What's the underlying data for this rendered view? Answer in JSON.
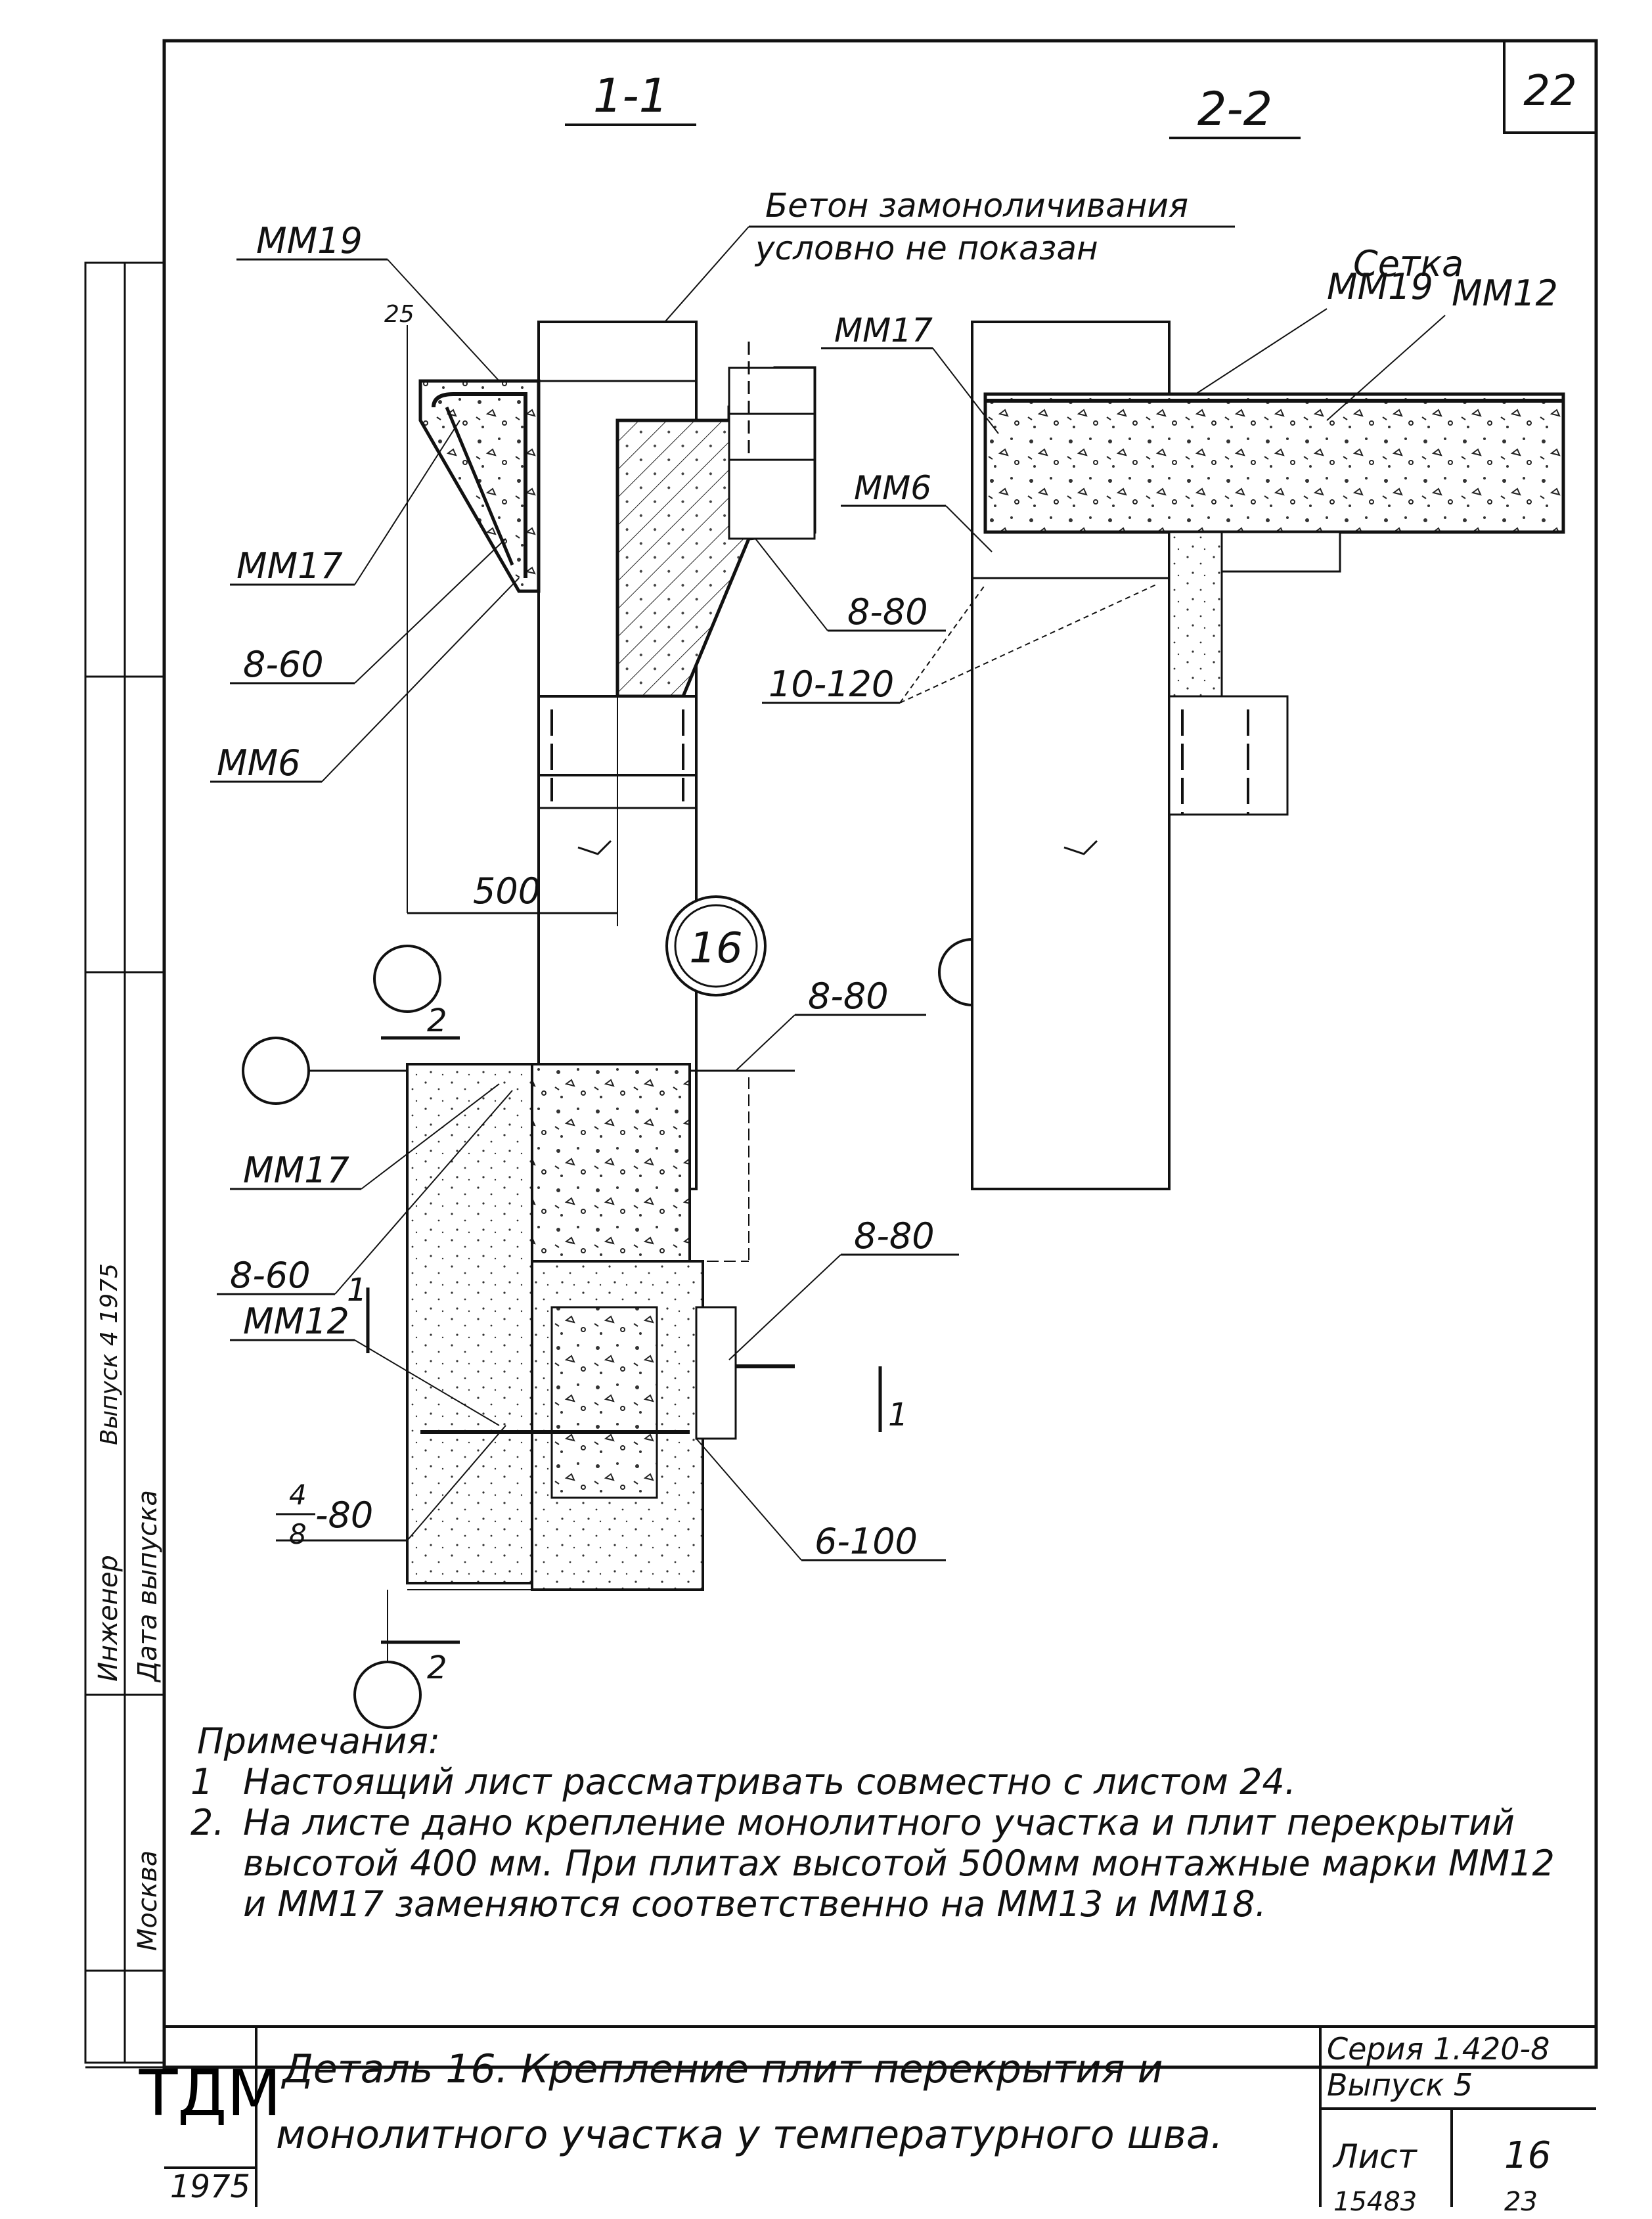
{
  "sheet_number": "22",
  "section_1": "1-1",
  "section_2": "2-2",
  "detail_mark": "16",
  "concrete_note_line1": "Бетон замоноличивания",
  "concrete_note_line2": "условно не показан",
  "mesh_label": "Сетка",
  "labels": {
    "mm19_a": "MM19",
    "mm19_b": "MM19",
    "mm17_a": "MM17",
    "mm17_b": "MM17",
    "mm17_c": "MM17",
    "mm12_a": "MM12",
    "mm12_b": "MM12",
    "mm6_a": "MM6",
    "mm6_b": "MM6",
    "dim_25": "25",
    "dim_500": "500",
    "weld_8_60_a": "8-60",
    "weld_8_60_b": "8-60",
    "weld_8_80_a": "8-80",
    "weld_8_80_b": "8-80",
    "weld_8_80_c": "8-80",
    "weld_10_120": "10-120",
    "weld_6_100": "6-100",
    "weld_4_8_num": "4",
    "weld_4_8_den": "8",
    "weld_4_8_len": "-80",
    "cut_2_top": "2",
    "cut_2_bottom": "2",
    "cut_1_left": "1",
    "cut_1_right": "1"
  },
  "notes": {
    "heading": "Примечания:",
    "items": [
      {
        "num": "1",
        "text": "Настоящий лист рассматривать совместно с листом 24."
      },
      {
        "num": "2.",
        "text": "На листе дано крепление монолитного участка и плит перекрытий высотой 400 мм. При плитах высотой 500мм монтажные марки ММ12 и ММ17 заменяются соответственно на ММ13 и ММ18."
      }
    ]
  },
  "title_block": {
    "org": "ТДМ",
    "year": "1975",
    "title_line1": "Деталь 16. Крепление плит перекрытия и",
    "title_line2": "монолитного участка у температурного шва.",
    "series": "Серия 1.420-8",
    "issue": "Выпуск 5",
    "sheet_label": "Лист",
    "sheet_value": "16"
  },
  "footer": {
    "inventory": "15483",
    "page": "23"
  },
  "side_stamp": {
    "engineer": "Инженер",
    "date_issue": "Дата выпуска",
    "moscow": "Москва",
    "issue_note": "Выпуск 4 1975"
  }
}
